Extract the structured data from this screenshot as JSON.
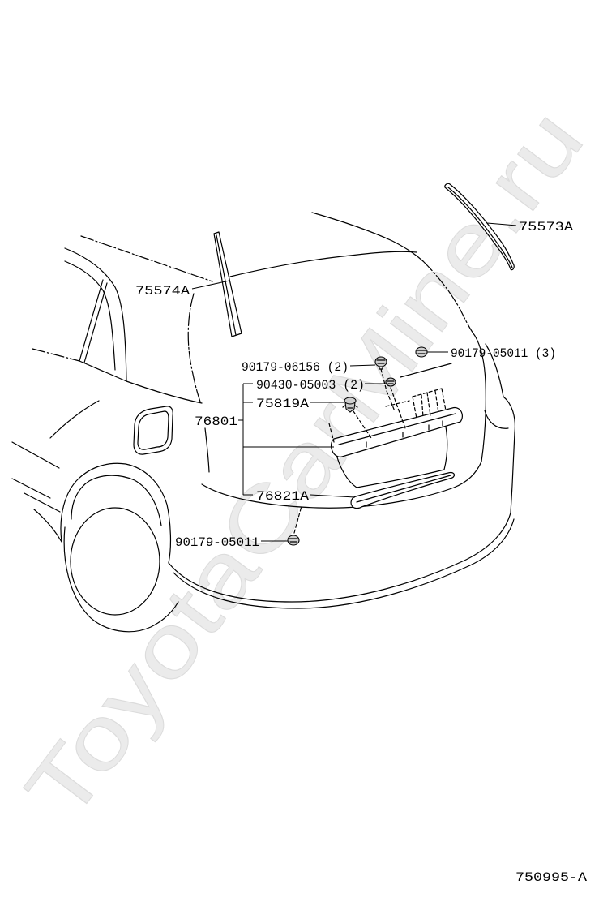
{
  "diagram": {
    "watermark": "ToyotaCarMine.ru",
    "figure_code": "750995-A",
    "callouts": [
      {
        "label": "75573A"
      },
      {
        "label": "75574A"
      },
      {
        "label": "90179-06156 (2)"
      },
      {
        "label": "90430-05003 (2)"
      },
      {
        "label": "75819A"
      },
      {
        "label": "76801"
      },
      {
        "label": "90179-05011 (3)"
      },
      {
        "label": "76821A"
      },
      {
        "label": "90179-05011"
      }
    ],
    "colors": {
      "line": "#000000",
      "watermark": "#ebebeb",
      "background": "#ffffff"
    }
  }
}
